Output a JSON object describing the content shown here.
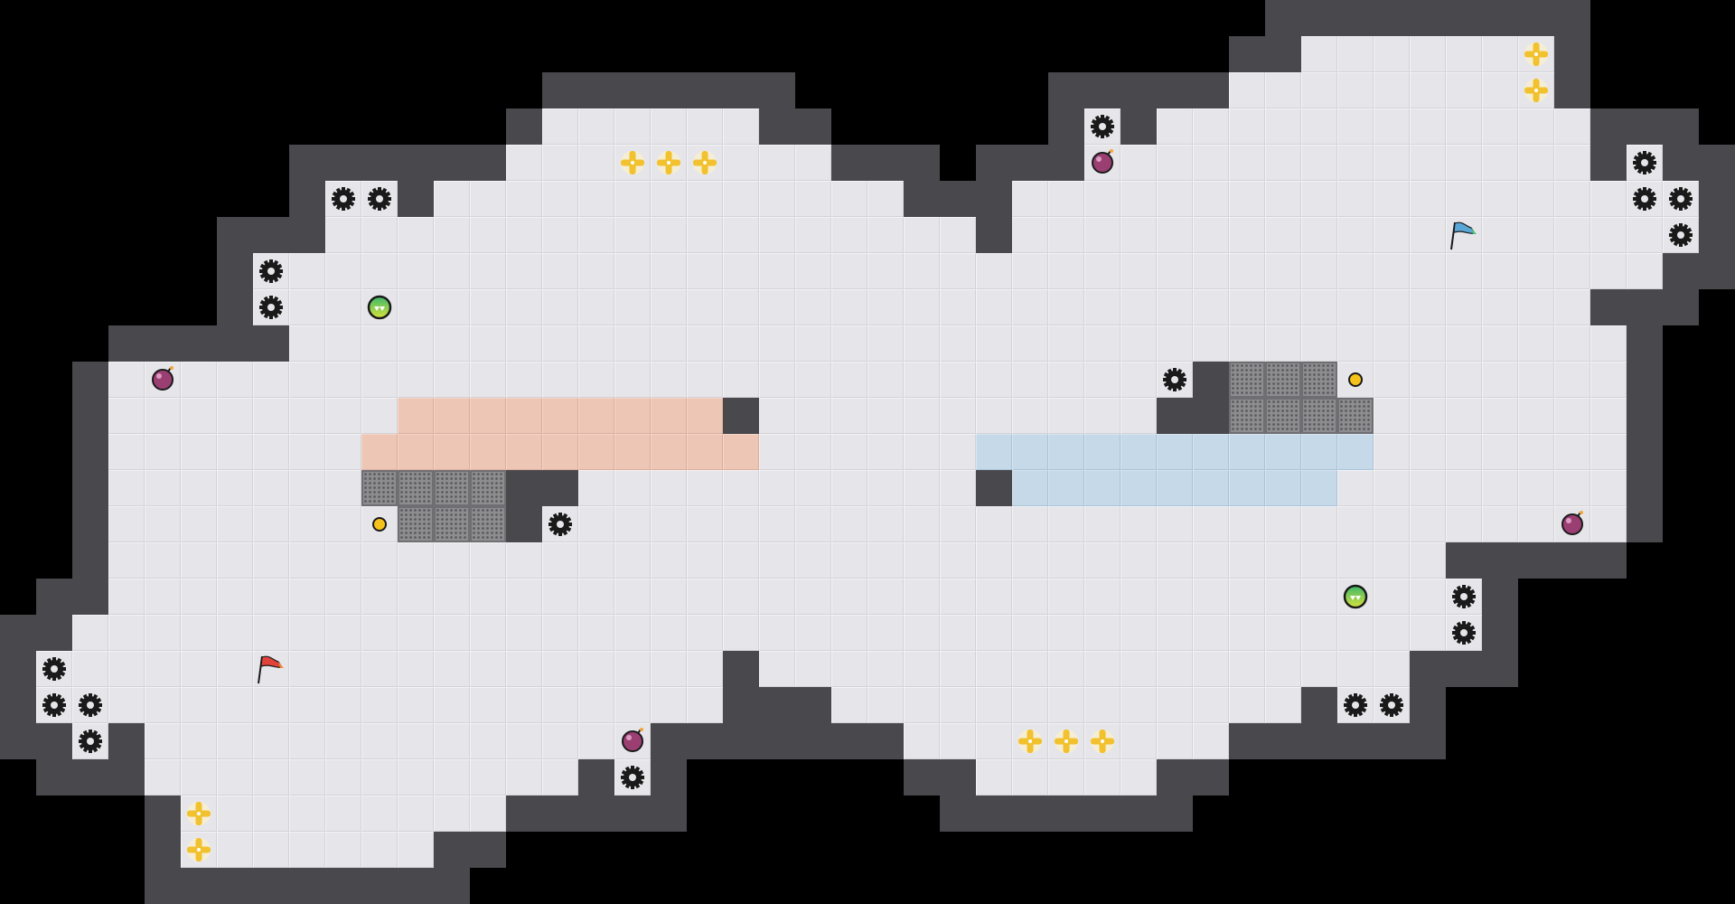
{
  "game": {
    "grid": {
      "cols": 48,
      "rows": 25
    },
    "colors": {
      "void": "#000000",
      "wall": "#48484d",
      "floor": "#e6e6ea",
      "orange_zone": "#edc6b6",
      "blue_zone": "#c5d9e8",
      "grate": "#8d8d90",
      "plus": "#f2c12e",
      "bomb": "#9b3f73",
      "flag_red": "#e0433a",
      "flag_blue": "#5aa6d6"
    },
    "map_rows": [
      [
        [
          "#",
          35,
          43
        ]
      ],
      [
        [
          "#",
          34,
          35
        ],
        [
          ".",
          36,
          42
        ],
        [
          "#",
          43,
          43
        ]
      ],
      [
        [
          "#",
          15,
          21
        ],
        [
          "#",
          29,
          33
        ],
        [
          ".",
          34,
          42
        ],
        [
          "#",
          43,
          43
        ]
      ],
      [
        [
          "#",
          14,
          14
        ],
        [
          ".",
          15,
          20
        ],
        [
          "#",
          21,
          22
        ],
        [
          "#",
          29,
          29
        ],
        [
          ".",
          30,
          30
        ],
        [
          "#",
          31,
          31
        ],
        [
          ".",
          32,
          43
        ],
        [
          "#",
          44,
          46
        ]
      ],
      [
        [
          "#",
          8,
          13
        ],
        [
          ".",
          14,
          22
        ],
        [
          "#",
          23,
          25
        ],
        [
          "#",
          27,
          29
        ],
        [
          ".",
          30,
          43
        ],
        [
          "#",
          44,
          44
        ],
        [
          ".",
          45,
          45
        ],
        [
          "#",
          46,
          47
        ]
      ],
      [
        [
          "#",
          8,
          8
        ],
        [
          ".",
          9,
          10
        ],
        [
          "#",
          11,
          11
        ],
        [
          ".",
          12,
          24
        ],
        [
          "#",
          25,
          27
        ],
        [
          ".",
          28,
          46
        ],
        [
          "#",
          47,
          47
        ]
      ],
      [
        [
          "#",
          6,
          8
        ],
        [
          ".",
          9,
          26
        ],
        [
          "#",
          27,
          27
        ],
        [
          ".",
          28,
          46
        ],
        [
          "#",
          47,
          47
        ]
      ],
      [
        [
          "#",
          6,
          6
        ],
        [
          ".",
          7,
          45
        ],
        [
          "#",
          46,
          47
        ]
      ],
      [
        [
          "#",
          6,
          6
        ],
        [
          ".",
          7,
          43
        ],
        [
          "#",
          44,
          46
        ]
      ],
      [
        [
          "#",
          3,
          7
        ],
        [
          ".",
          8,
          44
        ],
        [
          "#",
          45,
          45
        ]
      ],
      [
        [
          "#",
          2,
          2
        ],
        [
          ".",
          3,
          32
        ],
        [
          "#",
          33,
          33
        ],
        [
          "g",
          34,
          36
        ],
        [
          ".",
          37,
          44
        ],
        [
          "#",
          45,
          45
        ]
      ],
      [
        [
          "#",
          2,
          2
        ],
        [
          ".",
          3,
          10
        ],
        [
          "o",
          11,
          19
        ],
        [
          "#",
          20,
          20
        ],
        [
          ".",
          21,
          31
        ],
        [
          "#",
          32,
          33
        ],
        [
          "g",
          34,
          37
        ],
        [
          ".",
          38,
          44
        ],
        [
          "#",
          45,
          45
        ]
      ],
      [
        [
          "#",
          2,
          2
        ],
        [
          ".",
          3,
          9
        ],
        [
          "o",
          10,
          20
        ],
        [
          ".",
          21,
          26
        ],
        [
          "b",
          27,
          37
        ],
        [
          ".",
          38,
          44
        ],
        [
          "#",
          45,
          45
        ]
      ],
      [
        [
          "#",
          2,
          2
        ],
        [
          ".",
          3,
          9
        ],
        [
          "g",
          10,
          13
        ],
        [
          "#",
          14,
          15
        ],
        [
          ".",
          16,
          26
        ],
        [
          "#",
          27,
          27
        ],
        [
          "b",
          28,
          36
        ],
        [
          ".",
          37,
          44
        ],
        [
          "#",
          45,
          45
        ]
      ],
      [
        [
          "#",
          2,
          2
        ],
        [
          ".",
          3,
          10
        ],
        [
          "g",
          11,
          13
        ],
        [
          "#",
          14,
          14
        ],
        [
          ".",
          15,
          44
        ],
        [
          "#",
          45,
          45
        ]
      ],
      [
        [
          "#",
          2,
          2
        ],
        [
          ".",
          3,
          39
        ],
        [
          "#",
          40,
          44
        ]
      ],
      [
        [
          "#",
          1,
          2
        ],
        [
          ".",
          3,
          40
        ],
        [
          "#",
          41,
          41
        ]
      ],
      [
        [
          "#",
          0,
          1
        ],
        [
          ".",
          2,
          40
        ],
        [
          "#",
          41,
          41
        ]
      ],
      [
        [
          "#",
          0,
          0
        ],
        [
          ".",
          1,
          19
        ],
        [
          "#",
          20,
          20
        ],
        [
          ".",
          21,
          38
        ],
        [
          "#",
          39,
          41
        ]
      ],
      [
        [
          "#",
          0,
          0
        ],
        [
          ".",
          1,
          19
        ],
        [
          "#",
          20,
          22
        ],
        [
          ".",
          23,
          35
        ],
        [
          "#",
          36,
          36
        ],
        [
          ".",
          37,
          38
        ],
        [
          "#",
          39,
          39
        ]
      ],
      [
        [
          "#",
          0,
          1
        ],
        [
          ".",
          2,
          2
        ],
        [
          "#",
          3,
          3
        ],
        [
          ".",
          4,
          17
        ],
        [
          "#",
          18,
          24
        ],
        [
          ".",
          25,
          33
        ],
        [
          "#",
          34,
          39
        ]
      ],
      [
        [
          "#",
          1,
          3
        ],
        [
          ".",
          4,
          15
        ],
        [
          "#",
          16,
          16
        ],
        [
          ".",
          17,
          17
        ],
        [
          "#",
          18,
          18
        ],
        [
          "#",
          25,
          26
        ],
        [
          ".",
          27,
          31
        ],
        [
          "#",
          32,
          33
        ]
      ],
      [
        [
          "#",
          4,
          4
        ],
        [
          ".",
          5,
          13
        ],
        [
          "#",
          14,
          18
        ],
        [
          "#",
          26,
          32
        ]
      ],
      [
        [
          "#",
          4,
          4
        ],
        [
          ".",
          5,
          11
        ],
        [
          "#",
          12,
          13
        ]
      ],
      [
        [
          "#",
          4,
          12
        ]
      ]
    ],
    "items": [
      {
        "type": "plus",
        "col": 42,
        "row": 1
      },
      {
        "type": "plus",
        "col": 42,
        "row": 2
      },
      {
        "type": "gear",
        "col": 30,
        "row": 3
      },
      {
        "type": "bomb",
        "col": 30,
        "row": 4
      },
      {
        "type": "plus",
        "col": 17,
        "row": 4
      },
      {
        "type": "plus",
        "col": 18,
        "row": 4
      },
      {
        "type": "plus",
        "col": 19,
        "row": 4
      },
      {
        "type": "gear",
        "col": 45,
        "row": 4
      },
      {
        "type": "gear",
        "col": 9,
        "row": 5
      },
      {
        "type": "gear",
        "col": 10,
        "row": 5
      },
      {
        "type": "gear",
        "col": 45,
        "row": 5
      },
      {
        "type": "gear",
        "col": 46,
        "row": 5
      },
      {
        "type": "gear",
        "col": 46,
        "row": 6
      },
      {
        "type": "flag-blue",
        "col": 40,
        "row": 6
      },
      {
        "type": "gear",
        "col": 7,
        "row": 7
      },
      {
        "type": "gear",
        "col": 7,
        "row": 8
      },
      {
        "type": "orb",
        "col": 10,
        "row": 8
      },
      {
        "type": "bomb",
        "col": 4,
        "row": 10
      },
      {
        "type": "gear",
        "col": 32,
        "row": 10
      },
      {
        "type": "coin",
        "col": 37,
        "row": 10
      },
      {
        "type": "coin",
        "col": 10,
        "row": 14
      },
      {
        "type": "gear",
        "col": 15,
        "row": 14
      },
      {
        "type": "bomb",
        "col": 43,
        "row": 14
      },
      {
        "type": "orb",
        "col": 37,
        "row": 16
      },
      {
        "type": "gear",
        "col": 40,
        "row": 16
      },
      {
        "type": "gear",
        "col": 40,
        "row": 17
      },
      {
        "type": "gear",
        "col": 1,
        "row": 18
      },
      {
        "type": "flag-red",
        "col": 7,
        "row": 18
      },
      {
        "type": "gear",
        "col": 1,
        "row": 19
      },
      {
        "type": "gear",
        "col": 2,
        "row": 19
      },
      {
        "type": "gear",
        "col": 37,
        "row": 19
      },
      {
        "type": "gear",
        "col": 38,
        "row": 19
      },
      {
        "type": "gear",
        "col": 2,
        "row": 20
      },
      {
        "type": "bomb",
        "col": 17,
        "row": 20
      },
      {
        "type": "plus",
        "col": 28,
        "row": 20
      },
      {
        "type": "plus",
        "col": 29,
        "row": 20
      },
      {
        "type": "plus",
        "col": 30,
        "row": 20
      },
      {
        "type": "gear",
        "col": 17,
        "row": 21
      },
      {
        "type": "plus",
        "col": 5,
        "row": 22
      },
      {
        "type": "plus",
        "col": 5,
        "row": 23
      }
    ]
  }
}
